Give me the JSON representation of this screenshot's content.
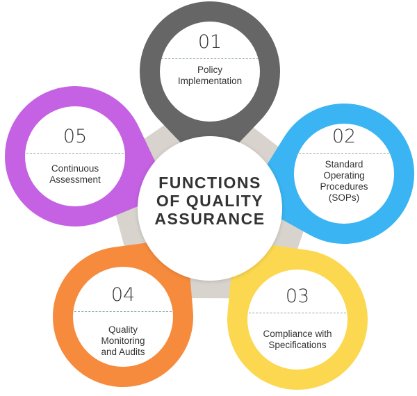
{
  "title": "FUNCTIONS OF QUALITY ASSURANCE",
  "title_lines": [
    "FUNCTIONS",
    "OF QUALITY",
    "ASSURANCE"
  ],
  "items": [
    {
      "number": "01",
      "label": "Policy Implementation",
      "color": "#666666"
    },
    {
      "number": "02",
      "label": "Standard Operating Procedures (SOPs)",
      "color": "#3ab4f2"
    },
    {
      "number": "03",
      "label": "Compliance with Specifications",
      "color": "#fbd84f"
    },
    {
      "number": "04",
      "label": "Quality Monitoring and Audits",
      "color": "#f78b3d"
    },
    {
      "number": "05",
      "label": "Continuous Assessment",
      "color": "#c462e3"
    }
  ],
  "pentagon_color": "#d8d3cd"
}
